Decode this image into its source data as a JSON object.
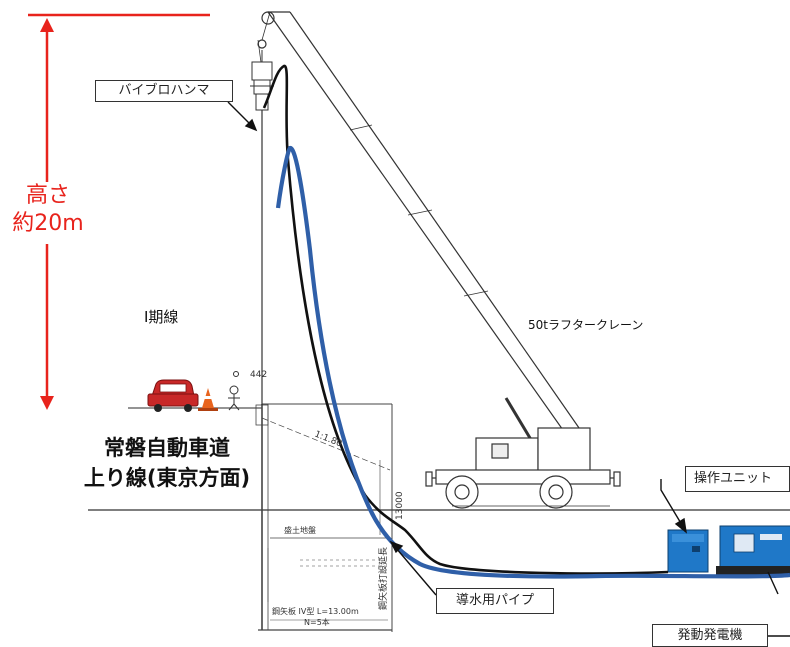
{
  "height_indicator": {
    "line1": "高さ",
    "line2": "約20m",
    "color": "#e8231c"
  },
  "labels": {
    "vibro_hammer": "バイブロハンマ",
    "phase1_line": "Ⅰ期線",
    "crane": "50tラフタークレーン",
    "highway_line1": "常磐自動車道",
    "highway_line2": "上り線(東京方面)",
    "control_unit": "操作ユニット",
    "water_pipe": "導水用パイプ",
    "generator": "発動発電機"
  },
  "drawing_text": {
    "elev_442": "442",
    "slope": "1:1.80",
    "dim_13000": "13000",
    "sheet_pile_note": "鋼矢板 IV型 L=13.00m",
    "sheet_pile_count": "N=5本",
    "ground_label": "盛土地盤",
    "vertical_note": "鋼矢板打設延長"
  },
  "colors": {
    "hose_blue": "#2f5fa8",
    "hose_black": "#111111",
    "equipment_blue": "#1f78c8",
    "car_red": "#c82828",
    "cone_orange": "#e8641e"
  }
}
